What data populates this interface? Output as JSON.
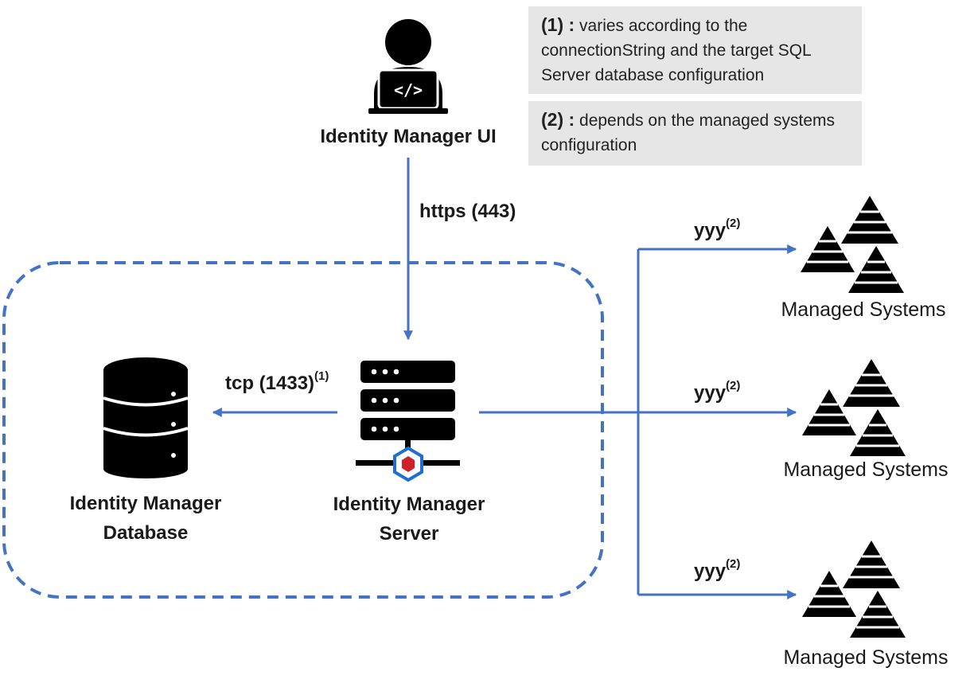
{
  "notes": [
    {
      "num": "(1) :",
      "text": "varies according to the connectionString and the target SQL Server database configuration"
    },
    {
      "num": "(2) :",
      "text": "depends on the managed systems configuration"
    }
  ],
  "nodes": {
    "ui": {
      "label": "Identity Manager UI"
    },
    "database": {
      "line1": "Identity Manager",
      "line2": "Database"
    },
    "server": {
      "line1": "Identity Manager",
      "line2": "Server"
    },
    "managed_systems": [
      "Managed Systems",
      "Managed Systems",
      "Managed Systems"
    ]
  },
  "connections": {
    "ui_to_server": {
      "protocol": "https (443)"
    },
    "server_to_db": {
      "protocol": "tcp (1433)",
      "note_ref": "(1)"
    },
    "server_to_systems": [
      {
        "protocol": "yyy",
        "note_ref": "(2)"
      },
      {
        "protocol": "yyy",
        "note_ref": "(2)"
      },
      {
        "protocol": "yyy",
        "note_ref": "(2)"
      }
    ]
  },
  "colors": {
    "line": "#4472c4",
    "icon": "#000000",
    "note_bg": "#e6e6e6",
    "logo_blue": "#1f6fd0",
    "logo_red": "#d0212b"
  }
}
